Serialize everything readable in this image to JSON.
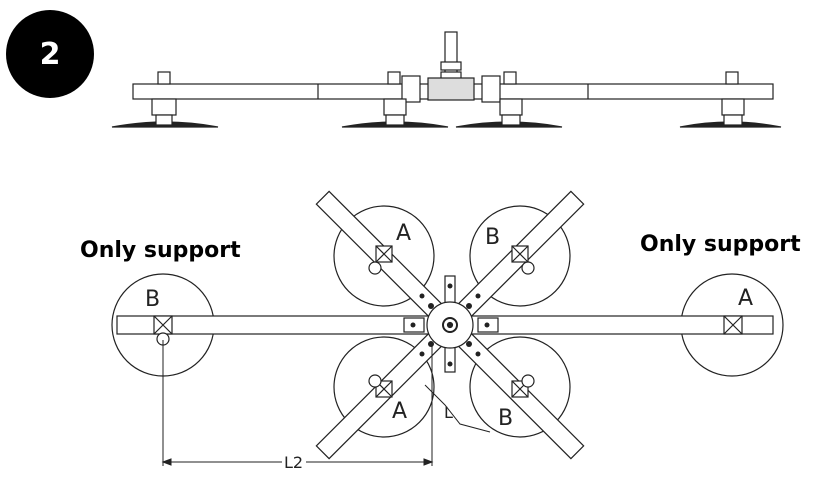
{
  "step": {
    "number": "2"
  },
  "labels": {
    "support_left": "Only support",
    "support_right": "Only support"
  },
  "cups": {
    "upper_left": "A",
    "upper_right": "B",
    "lower_left": "A",
    "lower_right": "B",
    "far_left": "B",
    "far_right": "A"
  },
  "dimensions": {
    "l": "L",
    "l2": "L2"
  }
}
